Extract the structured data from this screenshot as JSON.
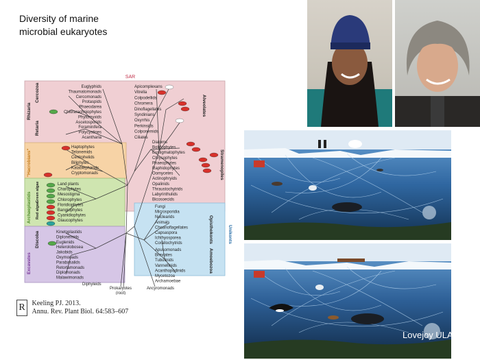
{
  "slide": {
    "title_line1": "Diversity of marine",
    "title_line2": "microbial eukaryotes",
    "credit": "Lovejoy ULAVAL"
  },
  "tree": {
    "sar_label": "SAR",
    "supergroups": {
      "rhizaria": "Rhizaria",
      "cercozoa": "Cercozoa",
      "retaria": "Retaria",
      "alveolates": "Alveolates",
      "stramenopiles": "Stramenopiles",
      "hacrobians": "\"Hacrobians\"",
      "archaeplastids": "Archaeplastids",
      "green_algae": "Green algae",
      "red_algae": "Red algae",
      "excavates": "Excavates",
      "discoba": "Discoba",
      "unikonts": "Unikonts",
      "opisthokonts": "Opisthokonts",
      "amoebozoa": "Amoebozoa"
    },
    "taxa": {
      "sar_left": [
        "Euglyphids",
        "Thaumatomonads",
        "Cercomonads",
        "Protaspids",
        "Phaeodarea",
        "Chlorarachniophytes",
        "Phytomyxids",
        "Ascetosporids",
        "Foraminifera",
        "Polycystines",
        "Acantharia"
      ],
      "alveolates": [
        "Apicomplexans",
        "Vitrella",
        "Colpodellids",
        "Chromera",
        "Dinoflagellates",
        "Syndinians",
        "Oxyrrhis",
        "Perkinsids",
        "Colponemids",
        "Ciliates"
      ],
      "stramenopiles": [
        "Diatoms",
        "Bolidophytes",
        "Eustigmatophytes",
        "Chrysophytes",
        "Phaeophytes",
        "Raphidophytes",
        "Oomycetes",
        "Actinophryids",
        "Opalinids",
        "Thraustochytrids",
        "Labyrinthulids",
        "Bicosoecids"
      ],
      "hacrobians": [
        "Haptophytes",
        "Telonemids",
        "Centrohelids",
        "Biliphytes",
        "Katablepharids",
        "Cryptomonads"
      ],
      "archaeplastids": [
        "Land plants",
        "Charophytes",
        "Mesostigma",
        "Chlorophytes",
        "Floridiophytes",
        "Bangiophytes",
        "Cyanidiophytes",
        "Glaucophytes"
      ],
      "excavates": [
        "Kinetoplastids",
        "Diplonemids",
        "Euglenids",
        "Heterolobosea",
        "Jakobids",
        "Oxymonads",
        "Parabasalids",
        "Retortamonads",
        "Diplomonads",
        "Malawimonads"
      ],
      "opisthokonts": [
        "Fungi",
        "Microsporidia",
        "Nuclearids",
        "Animals",
        "Choanoflagellates",
        "Capsaspora",
        "Ichthyosporea",
        "Corallochytrids"
      ],
      "amoebozoa": [
        "Apusomonads",
        "Breviates",
        "Tubulinids",
        "Vannellinids",
        "Acanthopodinids",
        "Mycetozoa",
        "Archamoebae"
      ],
      "bottom": [
        "Diphyleids",
        "Prokaryotes",
        "(root)",
        "Ancyromonads"
      ]
    },
    "colors": {
      "sar": "#f0cfd3",
      "hacrobians": "#f7d3a6",
      "archaeplastids": "#cfe5b0",
      "excavates": "#d6c6e6",
      "unikonts": "#c6e2f2",
      "plastid_red": "#d8312b",
      "plastid_green": "#55a84a",
      "plastid_teal": "#2aa39b"
    }
  },
  "citation": {
    "logo": "R",
    "line1": "Keeling PJ. 2013.",
    "line2": "Annu. Rev. Plant Biol. 64:583–607"
  },
  "photos": {
    "person_left": "person-icon",
    "person_right": "person-icon"
  },
  "foodweb": {
    "water_top": "#3f7fb8",
    "water_bottom": "#17365c",
    "ice": "#e9f2f9",
    "seafloor": "#253a22"
  }
}
